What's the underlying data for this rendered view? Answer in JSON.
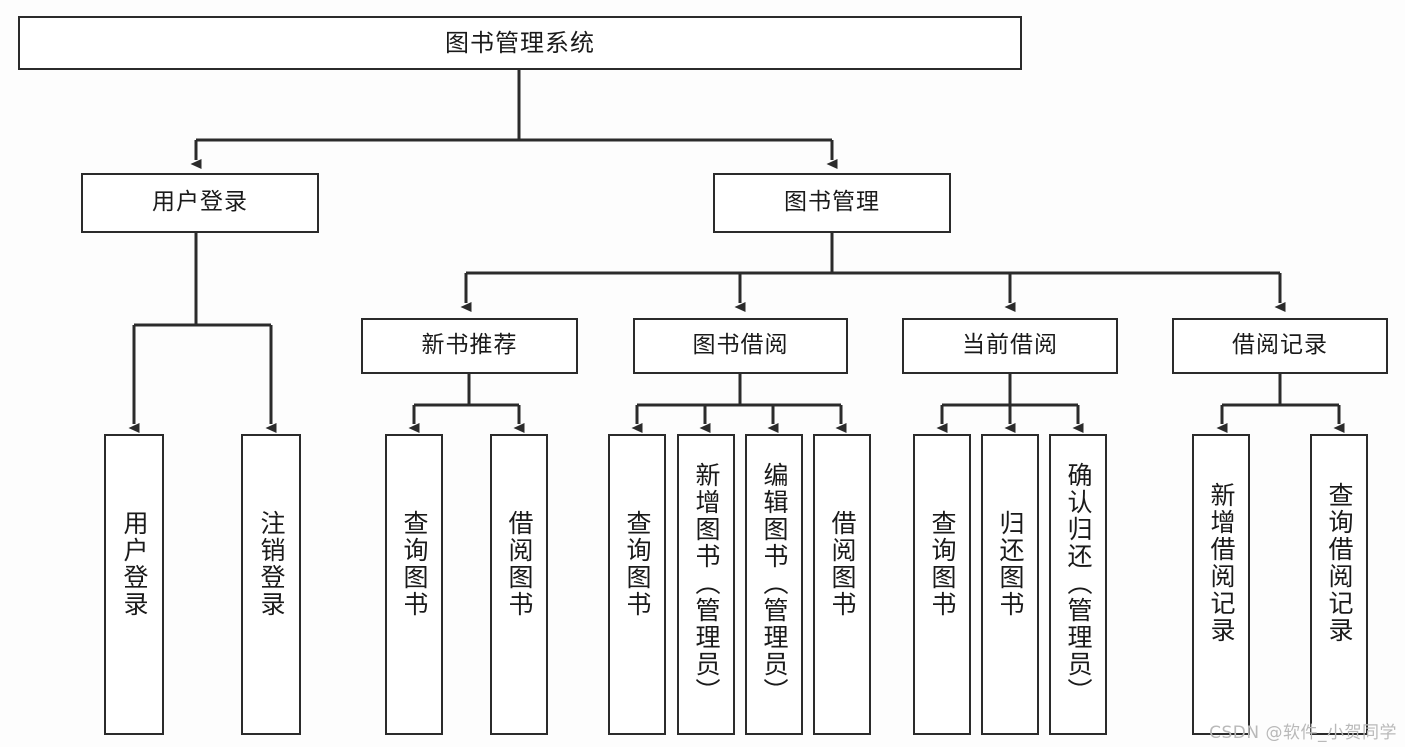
{
  "diagram": {
    "title": "图书管理系统",
    "type": "tree",
    "watermark": "CSDN @软件_小贺同学",
    "colors": {
      "background": "#fdfdfd",
      "node_fill": "#ffffff",
      "node_border": "#2b2b2b",
      "edge": "#2b2b2b",
      "text": "#1a1a1a",
      "watermark": "#b9b9b9"
    },
    "nodes": {
      "root": {
        "label": "图书管理系统"
      },
      "level1": [
        {
          "id": "user-login",
          "label": "用户登录"
        },
        {
          "id": "book-management",
          "label": "图书管理"
        }
      ],
      "level2": [
        {
          "id": "new-book-recommend",
          "label": "新书推荐"
        },
        {
          "id": "book-borrow",
          "label": "图书借阅"
        },
        {
          "id": "current-borrow",
          "label": "当前借阅"
        },
        {
          "id": "borrow-record",
          "label": "借阅记录"
        }
      ],
      "leaves": {
        "user_login": [
          {
            "id": "leaf-user-login",
            "label": "用户登录"
          },
          {
            "id": "leaf-logout-login",
            "label": "注销登录"
          }
        ],
        "new_book_recommend": [
          {
            "id": "leaf-query-book-1",
            "label": "查询图书"
          },
          {
            "id": "leaf-borrow-book-1",
            "label": "借阅图书"
          }
        ],
        "book_borrow": [
          {
            "id": "leaf-query-book-2",
            "label": "查询图书"
          },
          {
            "id": "leaf-add-book",
            "label": "新增图书（管理员）"
          },
          {
            "id": "leaf-edit-book",
            "label": "编辑图书（管理员）"
          },
          {
            "id": "leaf-borrow-book-2",
            "label": "借阅图书"
          }
        ],
        "current_borrow": [
          {
            "id": "leaf-query-book-3",
            "label": "查询图书"
          },
          {
            "id": "leaf-return-book",
            "label": "归还图书"
          },
          {
            "id": "leaf-confirm-return",
            "label": "确认归还（管理员）"
          }
        ],
        "borrow_record": [
          {
            "id": "leaf-add-record",
            "label": "新增借阅记录"
          },
          {
            "id": "leaf-query-record",
            "label": "查询借阅记录"
          }
        ]
      }
    }
  }
}
